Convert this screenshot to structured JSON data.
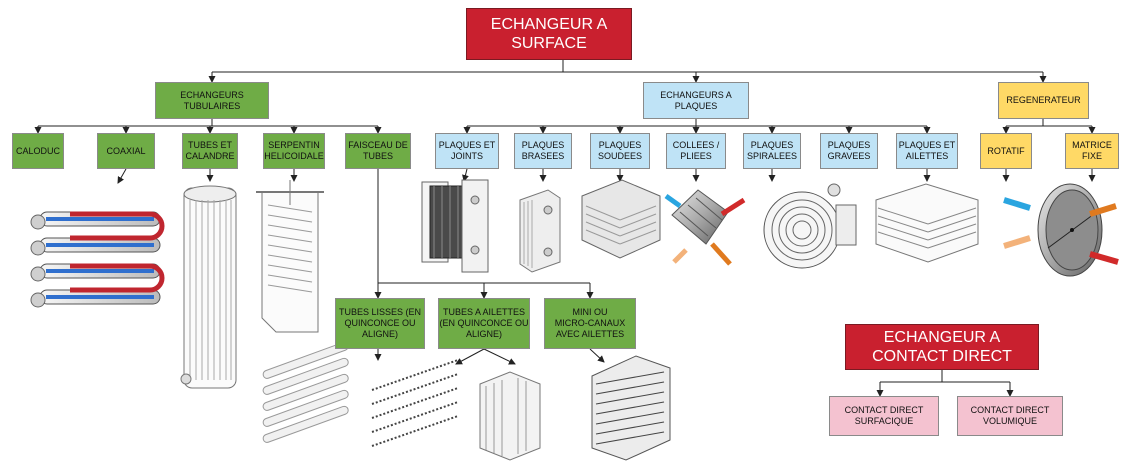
{
  "colors": {
    "red": "#c9202f",
    "green": "#6fac46",
    "blue": "#bfe3f6",
    "yellow": "#ffd966",
    "pink": "#f4c2d0",
    "line": "#222222"
  },
  "root": {
    "label": "ECHANGEUR A\nSURFACE"
  },
  "categories": {
    "tubulaires": "ECHANGEURS\nTUBULAIRES",
    "plaques": "ECHANGEURS A\nPLAQUES",
    "regenerateur": "REGENERATEUR"
  },
  "tubulaires_types": [
    "CALODUC",
    "COAXIAL",
    "TUBES ET\nCALANDRE",
    "SERPENTIN\nHELICOIDALE",
    "FAISCEAU DE\nTUBES"
  ],
  "plaques_types": [
    "PLAQUES ET\nJOINTS",
    "PLAQUES\nBRASEES",
    "PLAQUES\nSOUDEES",
    "COLLEES /\nPLIEES",
    "PLAQUES\nSPIRALEES",
    "PLAQUES\nGRAVEES",
    "PLAQUES ET\nAILETTES"
  ],
  "regenerateur_types": [
    "ROTATIF",
    "MATRICE\nFIXE"
  ],
  "faisceau_types": [
    "TUBES LISSES (EN\nQUINCONCE OU\nALIGNE)",
    "TUBES A AILETTES\n(EN QUINCONCE OU\nALIGNE)",
    "MINI OU\nMICRO-CANAUX\nAVEC AILETTES"
  ],
  "direct": {
    "label": "ECHANGEUR A\nCONTACT DIRECT",
    "types": [
      "CONTACT DIRECT\nSURFACIQUE",
      "CONTACT DIRECT\nVOLUMIQUE"
    ]
  }
}
